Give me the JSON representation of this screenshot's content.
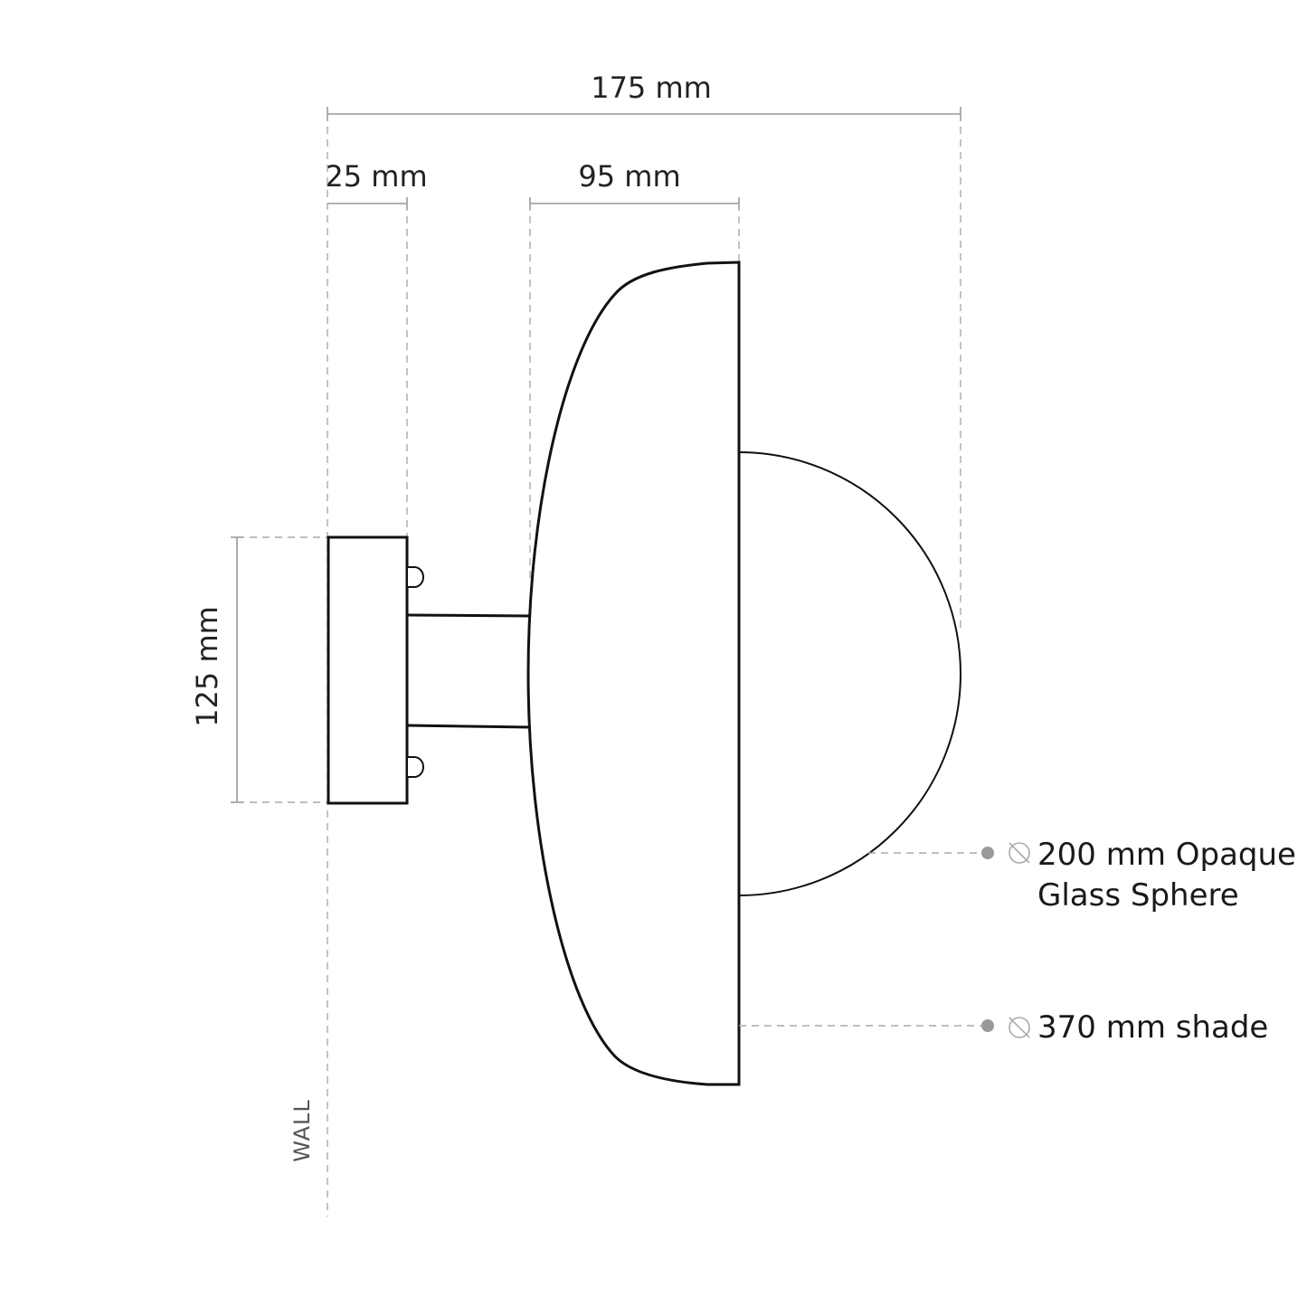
{
  "dimensions": {
    "overall_width": "175 mm",
    "backplate_depth": "25 mm",
    "shade_depth": "95 mm",
    "backplate_height": "125 mm"
  },
  "callouts": {
    "sphere_line1": "200 mm Opaque",
    "sphere_line2": "Glass Sphere",
    "shade": "370 mm shade",
    "diameter_icon": "diameter-symbol-icon"
  },
  "wall_label": "WALL",
  "colors": {
    "outline": "#111111",
    "dimension_line": "#999999",
    "dashed_guide": "#aaaaaa",
    "text": "#222222"
  }
}
